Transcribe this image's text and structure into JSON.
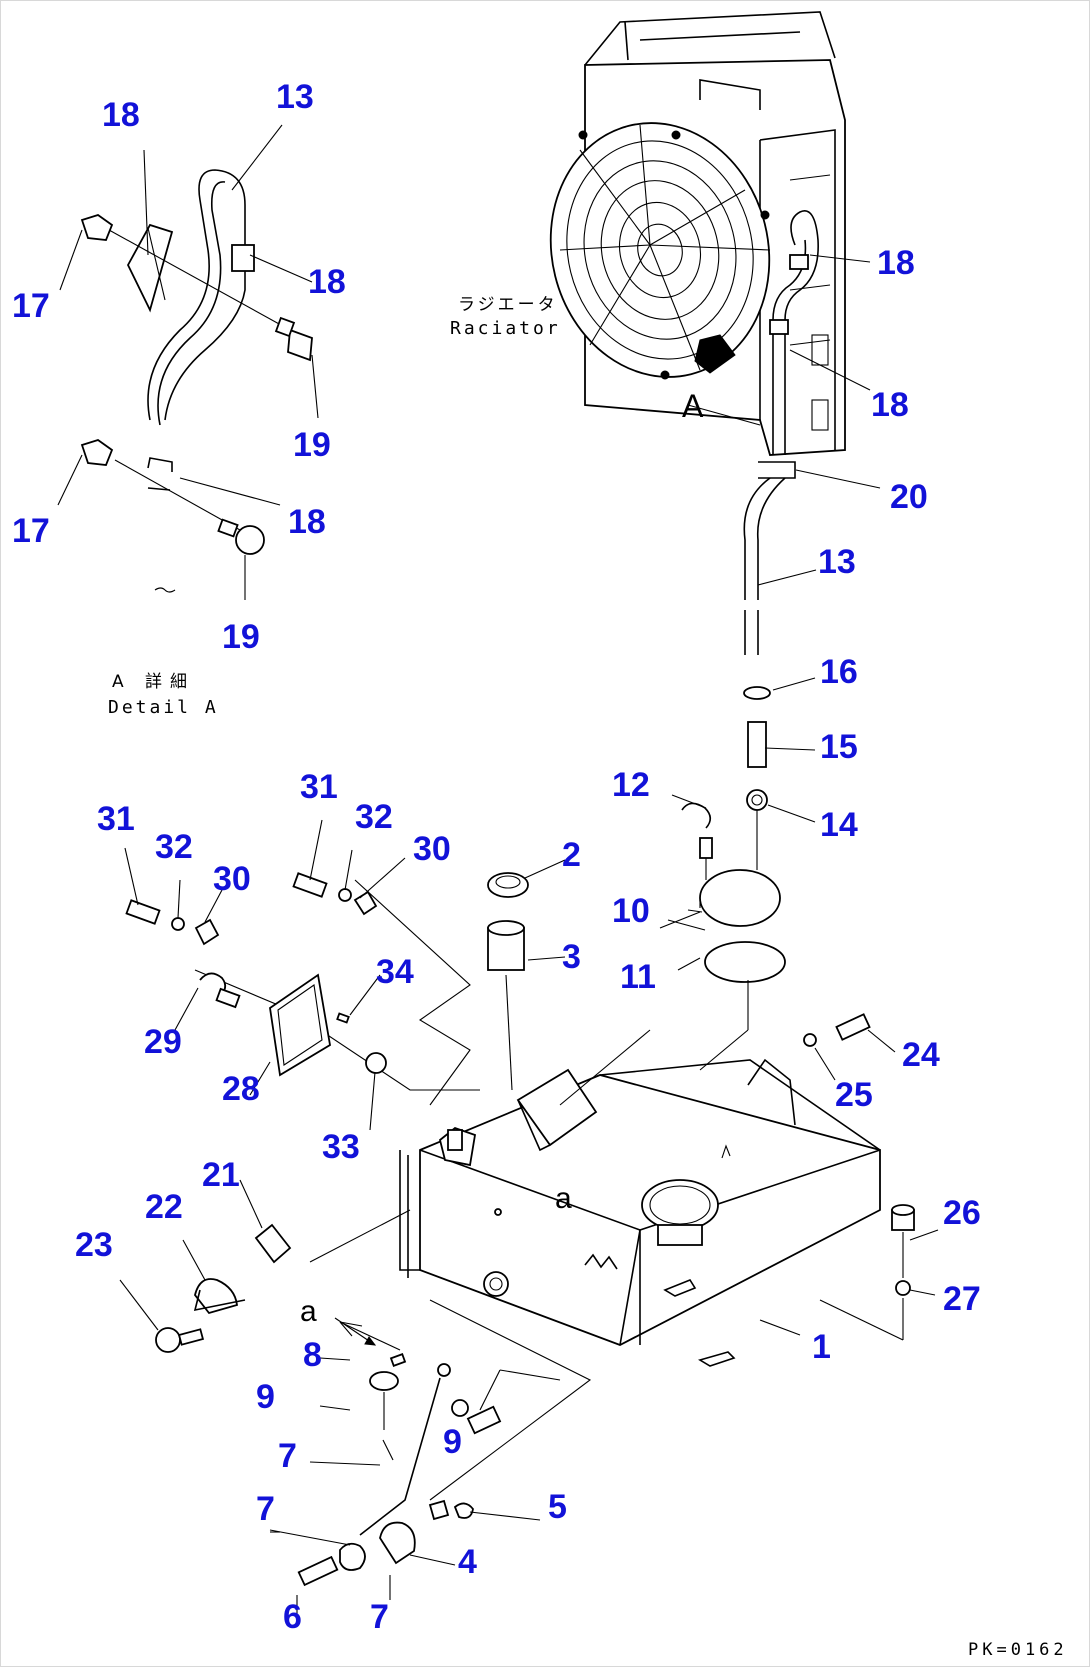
{
  "notes": {
    "radiator_jp": "ラジエータ",
    "radiator_en": "Raciator",
    "detail_jp": "A 詳細",
    "detail_en": "Detail A",
    "view_a": "A",
    "ref_a_upper": "a",
    "ref_a_lower": "a",
    "drawing_code": "PK=0162"
  },
  "callouts": [
    {
      "label": "18"
    },
    {
      "label": "13"
    },
    {
      "label": "18"
    },
    {
      "label": "17"
    },
    {
      "label": "19"
    },
    {
      "label": "17"
    },
    {
      "label": "18"
    },
    {
      "label": "19"
    },
    {
      "label": "18"
    },
    {
      "label": "18"
    },
    {
      "label": "20"
    },
    {
      "label": "13"
    },
    {
      "label": "16"
    },
    {
      "label": "15"
    },
    {
      "label": "12"
    },
    {
      "label": "14"
    },
    {
      "label": "2"
    },
    {
      "label": "10"
    },
    {
      "label": "3"
    },
    {
      "label": "11"
    },
    {
      "label": "31"
    },
    {
      "label": "32"
    },
    {
      "label": "30"
    },
    {
      "label": "31"
    },
    {
      "label": "32"
    },
    {
      "label": "30"
    },
    {
      "label": "34"
    },
    {
      "label": "29"
    },
    {
      "label": "28"
    },
    {
      "label": "24"
    },
    {
      "label": "25"
    },
    {
      "label": "33"
    },
    {
      "label": "21"
    },
    {
      "label": "22"
    },
    {
      "label": "23"
    },
    {
      "label": "26"
    },
    {
      "label": "27"
    },
    {
      "label": "1"
    },
    {
      "label": "8"
    },
    {
      "label": "9"
    },
    {
      "label": "9"
    },
    {
      "label": "7"
    },
    {
      "label": "7"
    },
    {
      "label": "5"
    },
    {
      "label": "4"
    },
    {
      "label": "6"
    },
    {
      "label": "7"
    }
  ]
}
